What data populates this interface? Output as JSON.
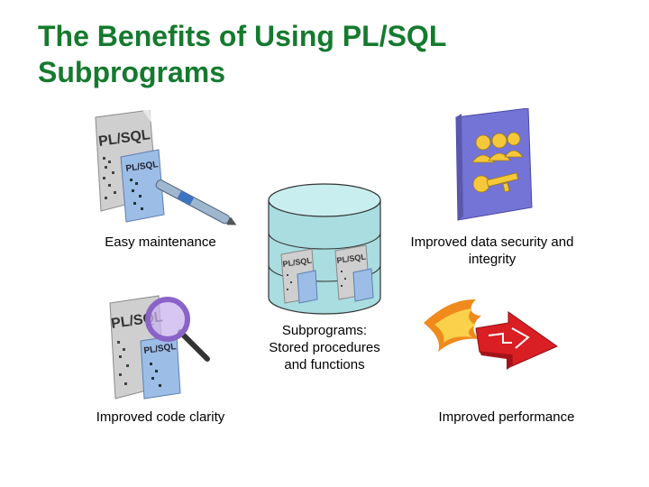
{
  "title": "The Benefits of Using PL/SQL Subprograms",
  "doc_text": "PL/SQL",
  "benefits": {
    "easy_maintenance": "Easy maintenance",
    "security": "Improved data security and integrity",
    "clarity": "Improved code clarity",
    "performance": "Improved performance"
  },
  "center": {
    "label_line1": "Subprograms:",
    "label_line2": "Stored procedures",
    "label_line3": "and functions"
  },
  "colors": {
    "title": "#157a2e",
    "doc_gray": "#c9c9c9",
    "doc_blue": "#8fb2df",
    "database": "#a9dde0",
    "badge": "#7473d6",
    "magnifier": "#b18de0",
    "arrow": "#d91e24",
    "flame": "#f08a1c"
  }
}
